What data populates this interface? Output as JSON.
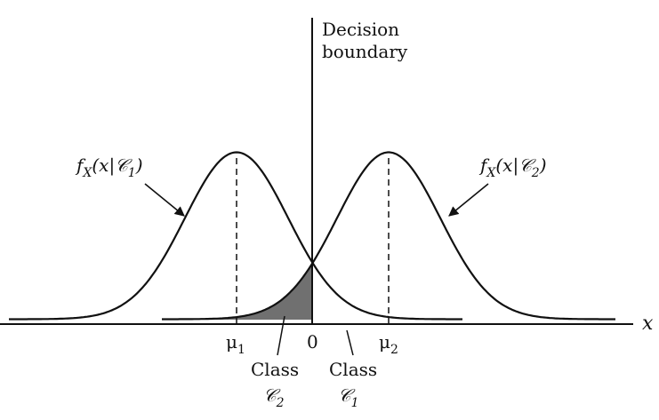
{
  "labels": {
    "decision_line1": "Decision",
    "decision_line2": "boundary",
    "x_axis": "x",
    "mu1": "μ1",
    "mu2": "μ2",
    "zero": "0",
    "class_left_line1": "Class",
    "class_left_line2": "𝒞2",
    "class_right_line1": "Class",
    "class_right_line2": "𝒞1",
    "pdf1": "fX(x|𝒞1)",
    "pdf2": "fX(x|𝒞2)"
  },
  "colors": {
    "ink": "#111111",
    "shade": "#707070"
  }
}
